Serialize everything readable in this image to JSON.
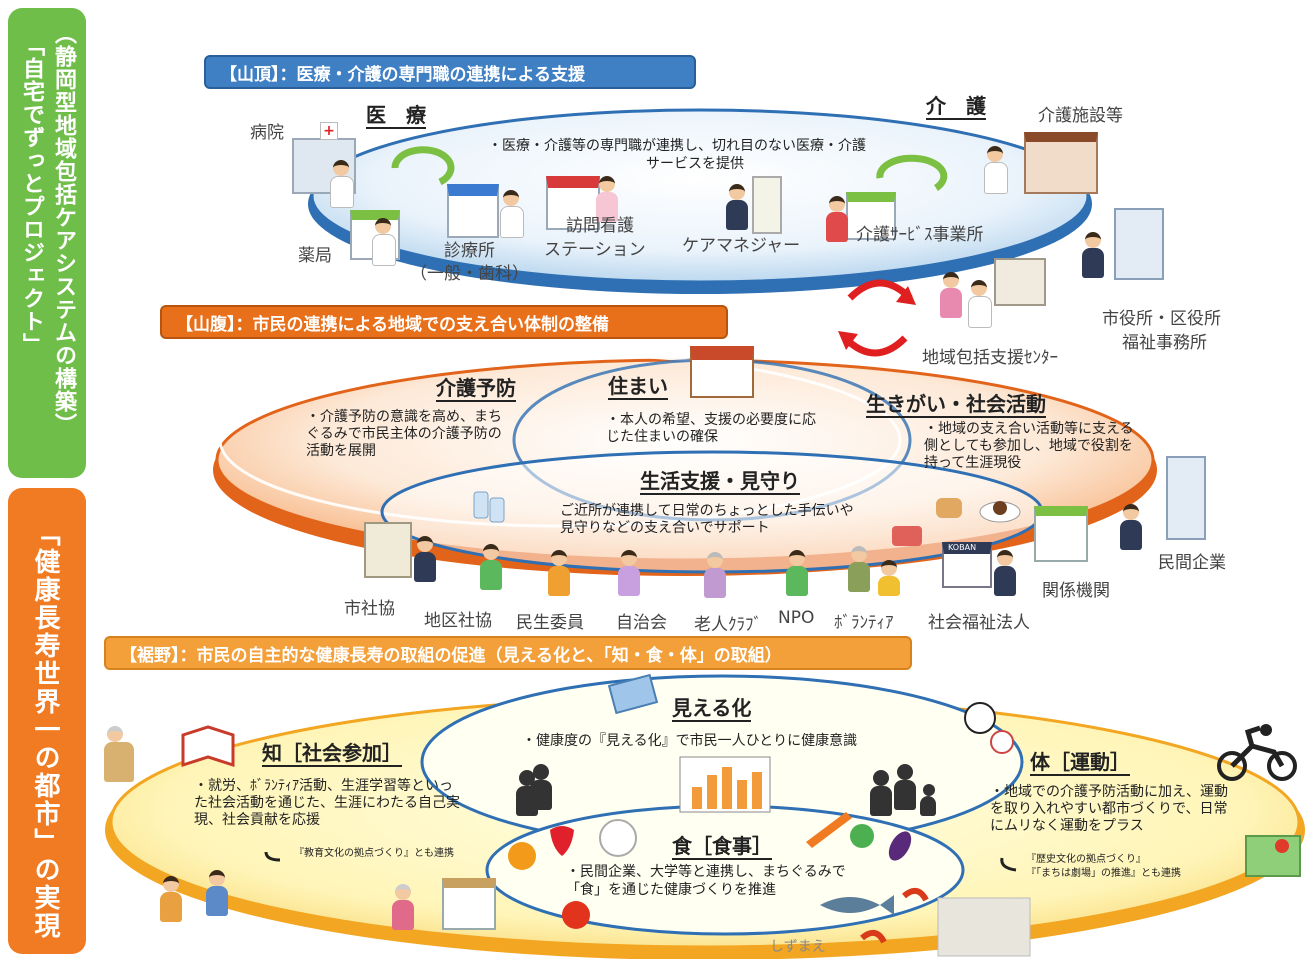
{
  "side": {
    "top_vertical": "（静岡型地域包括ケアシステムの構築）",
    "top_vertical2": "「自宅でずっとプロジェクト」",
    "bottom_vertical": "「健康長寿世界一の都市」の実現"
  },
  "banners": {
    "summit": "【山頂】：医療・介護の専門職の連携による支援",
    "hillside": "【山腹】：市民の連携による地域での支え合い体制の整備",
    "foothill": "【裾野】：市民の自主的な健康長寿の取組の促進（見える化と、「知・食・体」の取組）"
  },
  "summit": {
    "medical_heading": "医　療",
    "care_heading": "介　護",
    "note_line1": "・医療・介護等の専門職が連携し、切れ目のない医療・介護",
    "note_line2": "サービスを提供",
    "labels": {
      "hospital": "病院",
      "pharmacy": "薬局",
      "clinic_line1": "診療所",
      "clinic_line2": "（一般・歯科）",
      "nursing_line1": "訪問看護",
      "nursing_line2": "ステーション",
      "care_manager": "ケアマネジャー",
      "care_service": "介護ｻｰﾋﾞｽ事業所",
      "care_facility": "介護施設等",
      "city_hall_line1": "市役所・区役所",
      "city_hall_line2": "福祉事務所",
      "support_center": "地域包括支援ｾﾝﾀｰ"
    }
  },
  "hillside": {
    "prevention_heading": "介護予防",
    "prevention_note": "・介護予防の意識を高め、まちぐるみで市民主体の介護予防の活動を展開",
    "housing_heading": "住まい",
    "housing_note": "・本人の希望、支援の必要度に応じた住まいの確保",
    "purpose_heading": "生きがい・社会活動",
    "purpose_note": "・地域の支え合い活動等に支える側としても参加し、地域で役割を持って生涯現役",
    "support_heading": "生活支援・見守り",
    "support_note_line1": "ご近所が連携して日常のちょっとした手伝いや",
    "support_note_line2": "見守りなどの支え合いでサポート",
    "koban": "KOBAN",
    "actors": {
      "council": "市社協",
      "district_council": "地区社協",
      "welfare_commissioner": "民生委員",
      "neighborhood": "自治会",
      "senior_club": "老人ｸﾗﾌﾞ",
      "npo": "NPO",
      "volunteer": "ﾎﾞﾗﾝﾃｨｱ",
      "welfare_corp": "社会福祉法人",
      "related_agencies": "関係機関",
      "private_company": "民間企業"
    }
  },
  "foothill": {
    "visual_heading": "見える化",
    "visual_note": "・健康度の『見える化』で市民一人ひとりに健康意識",
    "knowledge_heading": "知［社会参加］",
    "knowledge_note": "・就労、ﾎﾞﾗﾝﾃｨｱ活動、生涯学習等といった社会活動を通じた、生涯にわたる自己実現、社会貢献を応援",
    "knowledge_link": "『教育文化の拠点づくり』とも連携",
    "food_heading": "食［食事］",
    "food_note_line1": "・民間企業、大学等と連携し、まちぐるみで",
    "food_note_line2": "「食」を通じた健康づくりを推進",
    "body_heading": "体［運動］",
    "body_note": "・地域での介護予防活動に加え、運動を取り入れやすい都市づくりで、日常にムリなく運動をプラス",
    "body_link_line1": "『歴史文化の拠点づくり』",
    "body_link_line2": "『「まちは劇場」の推進』とも連携",
    "shizumae": "しずまえ"
  },
  "colors": {
    "green": "#6fbe4a",
    "orange": "#f07b22",
    "blue_banner": "#3f7fc4",
    "orange_banner": "#e8701a",
    "light_orange_banner": "#f4a03a"
  }
}
